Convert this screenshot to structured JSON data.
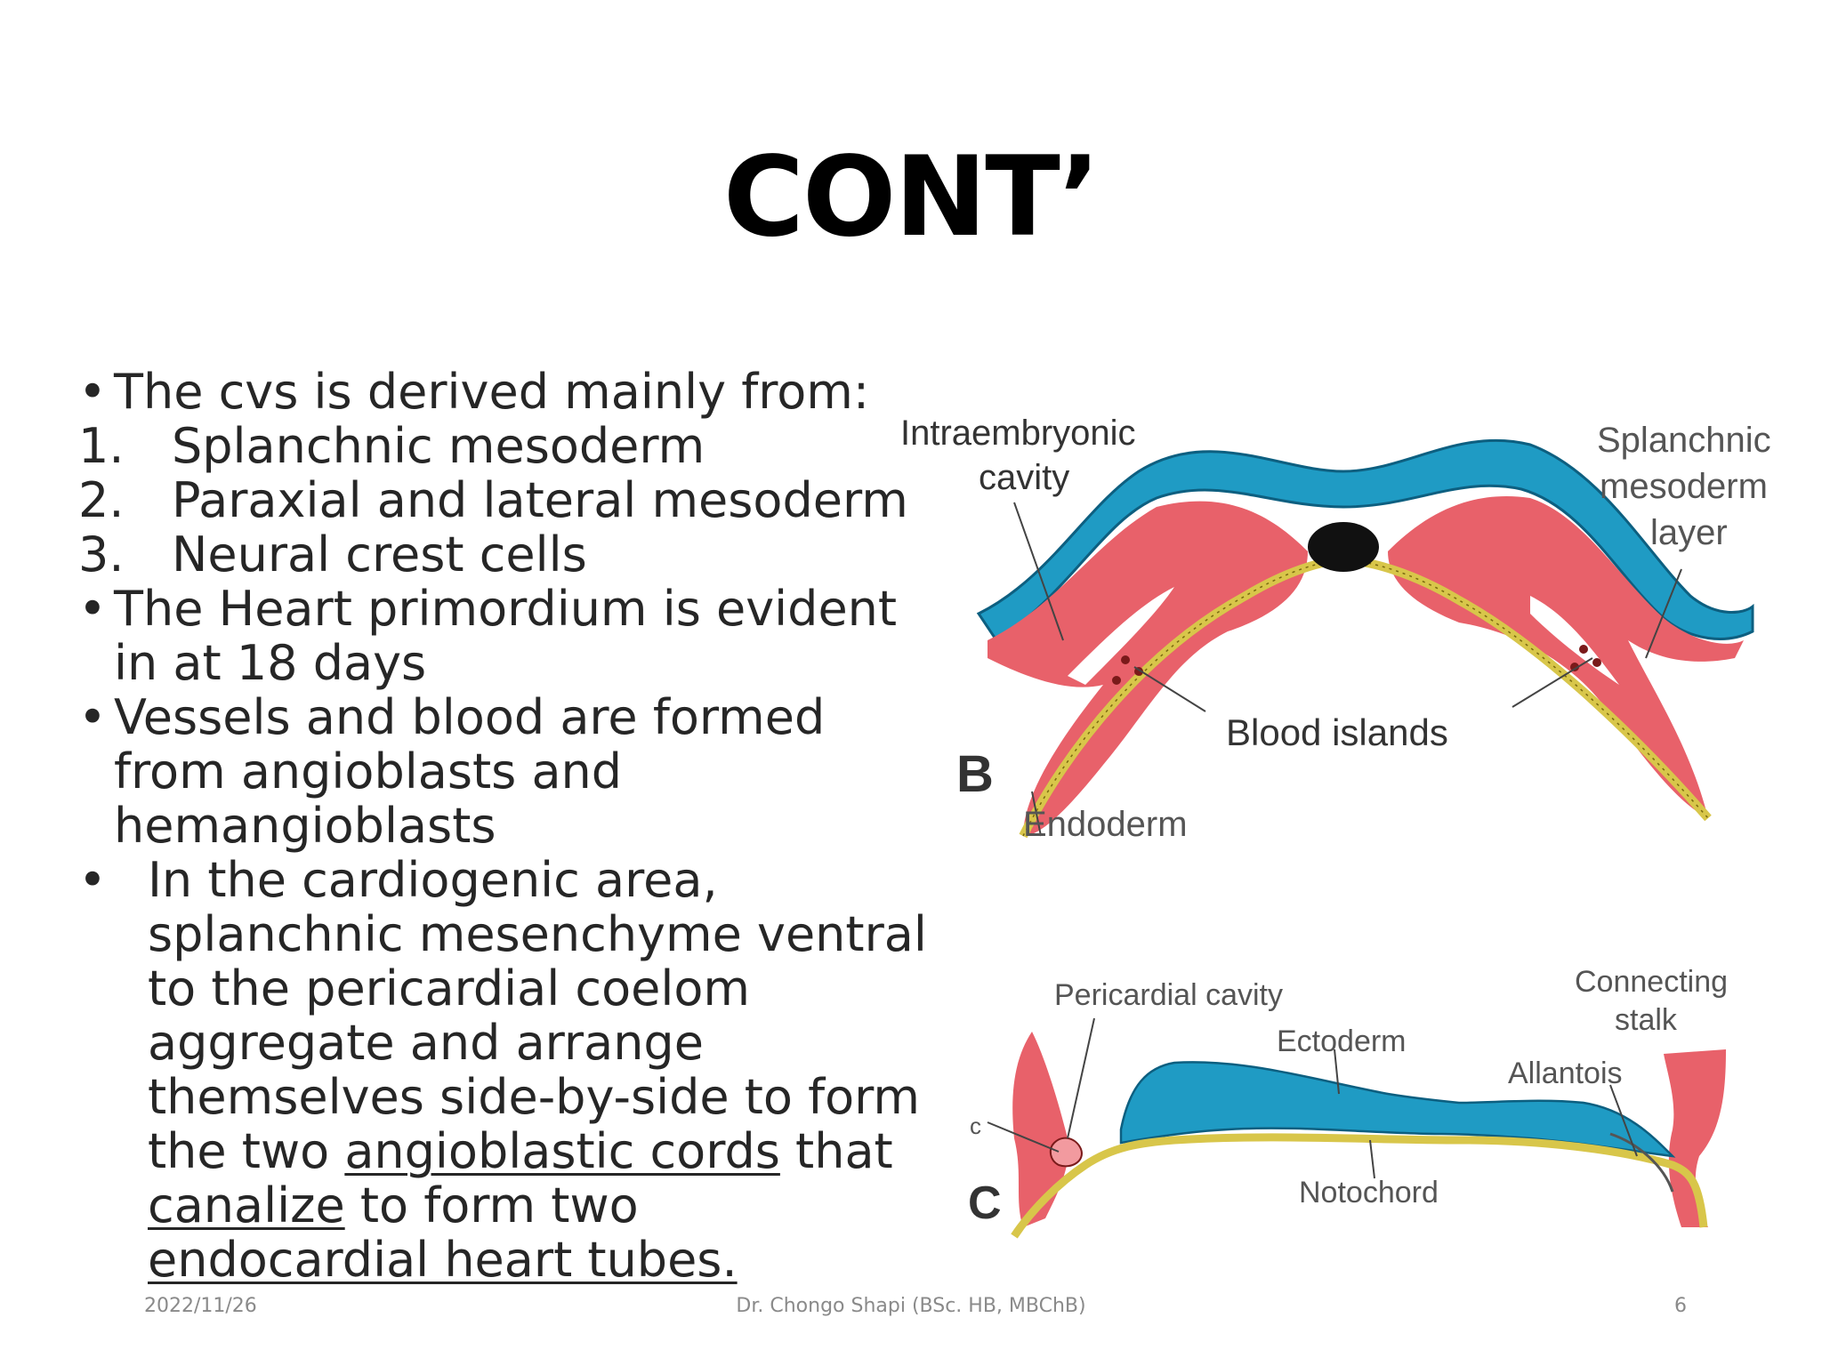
{
  "slide": {
    "title": "CONT’",
    "bullets": {
      "b1": "The cvs is derived mainly from:",
      "list": [
        {
          "num": "1.",
          "text": "Splanchnic mesoderm"
        },
        {
          "num": "2.",
          "text": "Paraxial and lateral mesoderm"
        },
        {
          "num": "3.",
          "text": "Neural crest cells"
        }
      ],
      "b2_l1": "The Heart primordium is evident",
      "b2_l2": "in at 18 days",
      "b3_l1": "Vessels and blood are formed",
      "b3_l2": "from angioblasts and",
      "b3_l3": "hemangioblasts",
      "b4": {
        "l1": "In the cardiogenic area,",
        "l2": "splanchnic mesenchyme ventral",
        "l3": "to the pericardial coelom",
        "l4": "aggregate and arrange",
        "l5": "themselves side-by-side to form",
        "l6_a": "the two ",
        "l6_u": "angioblastic cords",
        "l6_b": " that",
        "l7_u": "canalize",
        "l7_b": " to form  two",
        "l8_u": "endocardial heart tubes."
      }
    },
    "bullet_glyph": "•",
    "footer": {
      "date": "2022/11/26",
      "author": "Dr. Chongo Shapi (BSc. HB, MBChB)",
      "page": "6"
    }
  },
  "diagram_b": {
    "label": "B",
    "intraembryonic": "Intraembryonic",
    "cavity": "cavity",
    "splanchnic_1": "Splanchnic",
    "splanchnic_2": "mesoderm",
    "splanchnic_3": "layer",
    "blood_islands": "Blood islands",
    "endoderm": "Endoderm"
  },
  "diagram_c": {
    "label": "C",
    "edge_letter": "c",
    "pericardial_cavity": "Pericardial cavity",
    "ectoderm": "Ectoderm",
    "connecting_1": "Connecting",
    "connecting_2": "stalk",
    "allantois": "Allantois",
    "notochord": "Notochord"
  },
  "colors": {
    "ectoderm": "#1f9bc4",
    "mesoderm": "#e8616a",
    "mesoderm_light": "#f29a9f",
    "endoderm": "#d8c64a",
    "notochord": "#111111",
    "text": "#262626",
    "footer": "#8a8a8a"
  }
}
